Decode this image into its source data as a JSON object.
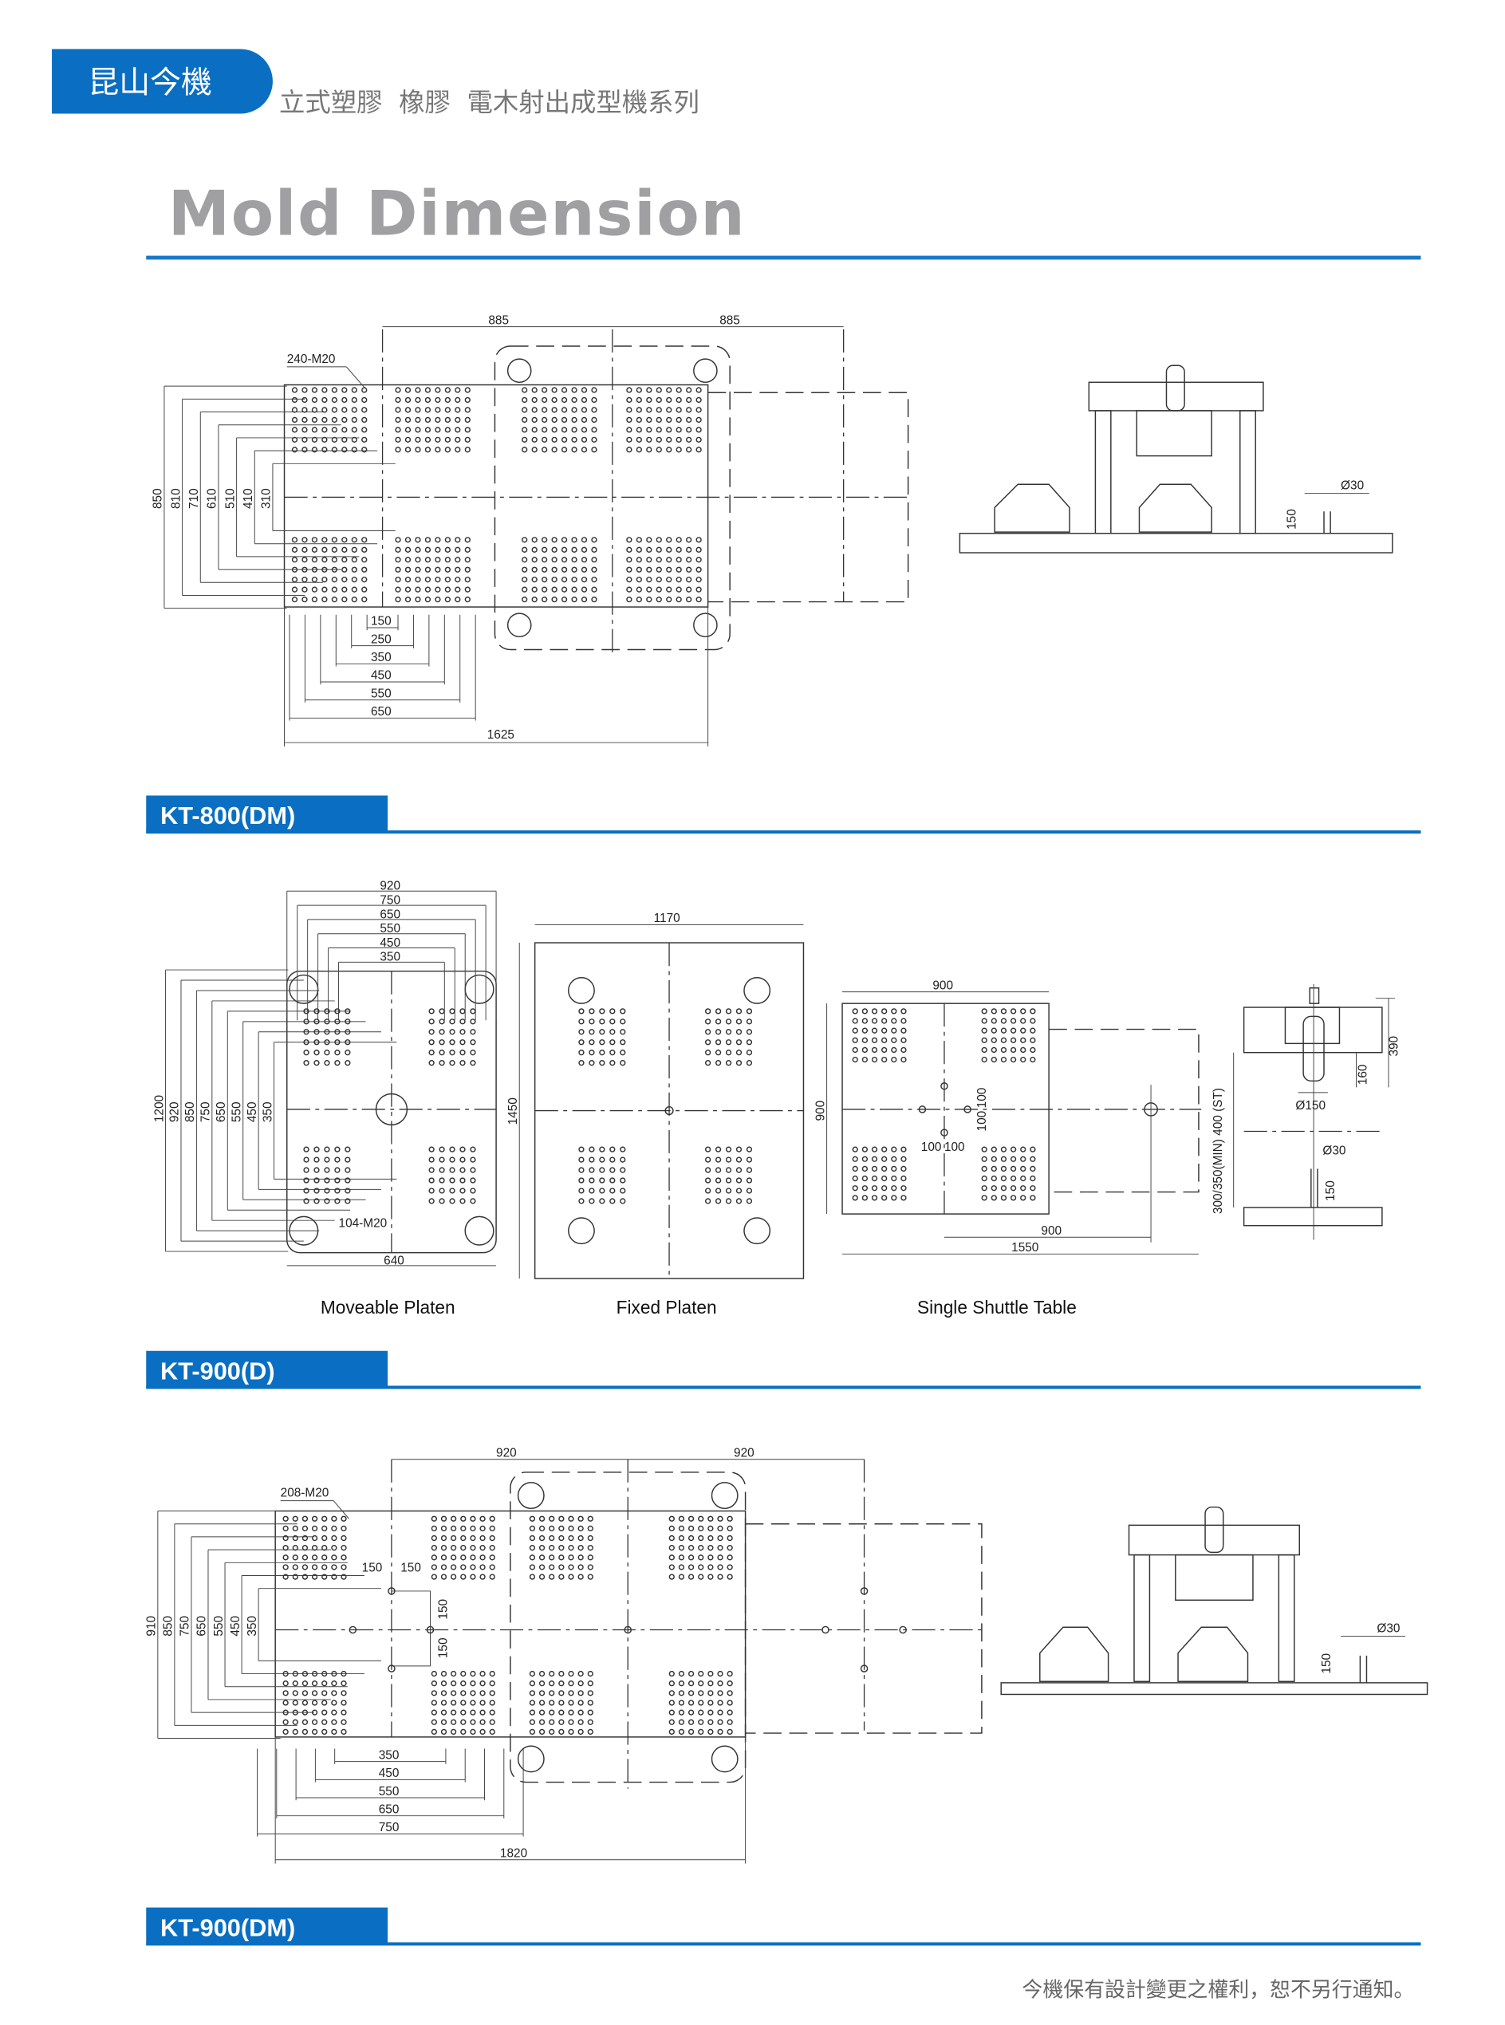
{
  "header": {
    "brand": "昆山今機",
    "subtitle": "立式塑膠  橡膠  電木射出成型機系列",
    "title": "Mold Dimension",
    "accent_color": "#0a6fc2"
  },
  "sections": [
    {
      "model": "KT-800(DM)",
      "top_dims": [
        "885",
        "885"
      ],
      "bolt_label": "240-M20",
      "left_dims": [
        "850",
        "810",
        "710",
        "610",
        "510",
        "410",
        "310"
      ],
      "bottom_dims": [
        "150",
        "250",
        "350",
        "450",
        "550",
        "650"
      ],
      "overall_width": "1625",
      "side_view": {
        "pin_dia": "Ø30",
        "pin_height": "150"
      }
    },
    {
      "model": "KT-900(D)",
      "moveable_platen": {
        "caption": "Moveable Platen",
        "top_dims": [
          "920",
          "750",
          "650",
          "550",
          "450",
          "350"
        ],
        "left_dims": [
          "1200",
          "920",
          "850",
          "750",
          "650",
          "550",
          "450",
          "350"
        ],
        "bolt_label": "104-M20",
        "bottom_dim": "640"
      },
      "fixed_platen": {
        "caption": "Fixed Platen",
        "width": "1170",
        "height": "1450"
      },
      "shuttle_table": {
        "caption": "Single Shuttle Table",
        "top_dim": "900",
        "height": "900",
        "bottom_dim_1": "900",
        "bottom_dim_2": "1550",
        "center_dims": [
          "100",
          "100",
          "100",
          "100"
        ]
      },
      "side_view": {
        "height_1": "390",
        "height_2": "160",
        "ram_dia": "Ø150",
        "pin_dia": "Ø30",
        "pin_height": "150",
        "stroke": "300/350(MIN) 400 (ST)"
      }
    },
    {
      "model": "KT-900(DM)",
      "top_dims": [
        "920",
        "920"
      ],
      "bolt_label": "208-M20",
      "left_dims": [
        "910",
        "850",
        "750",
        "650",
        "550",
        "450",
        "350"
      ],
      "center_dims": [
        "150",
        "150",
        "150",
        "150"
      ],
      "bottom_dims": [
        "350",
        "450",
        "550",
        "650",
        "750"
      ],
      "overall_width": "1820",
      "side_view": {
        "pin_dia": "Ø30",
        "pin_height": "150"
      }
    }
  ],
  "footer": "今機保有設計變更之權利，恕不另行通知。"
}
